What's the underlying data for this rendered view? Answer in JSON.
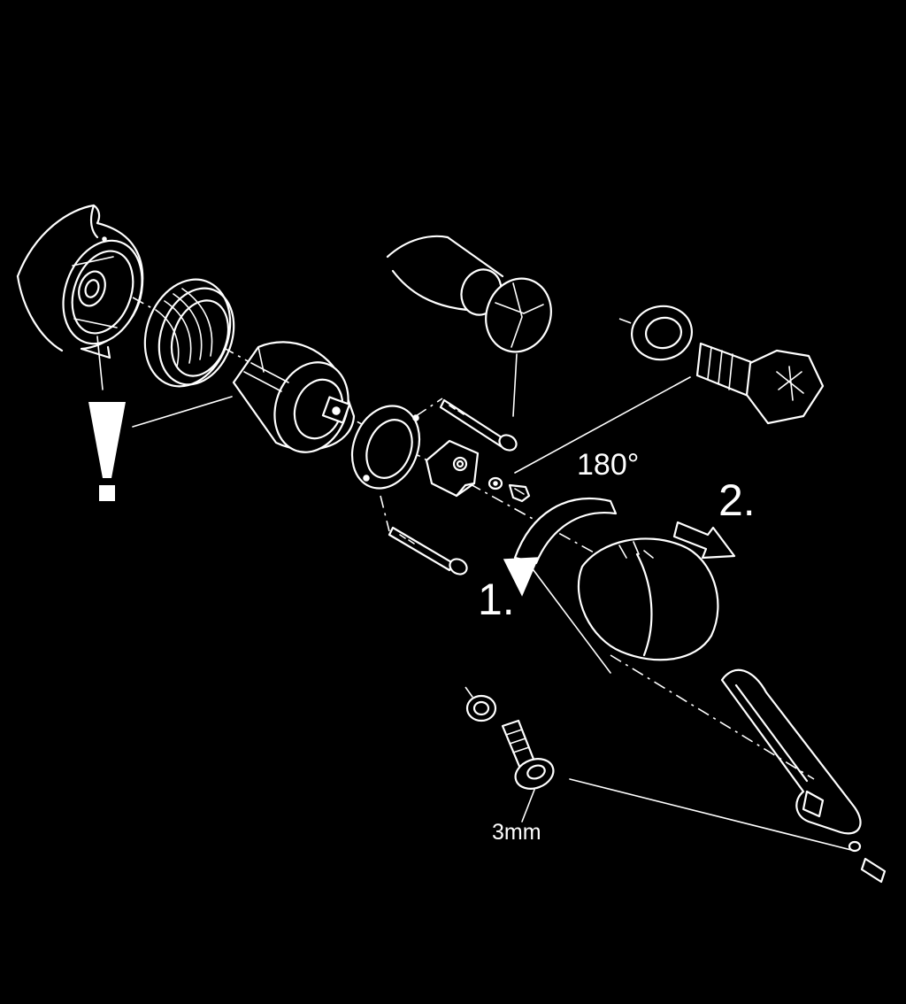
{
  "labels": {
    "rotation": "180°",
    "step_one": "1.",
    "step_two": "2.",
    "hex_key_size": "3mm"
  },
  "colors": {
    "background": "#000000",
    "line": "#ffffff"
  },
  "icons": {
    "warning": "exclamation-mark-icon",
    "rotate_arrow": "rotate-arrow-icon",
    "pull_arrow": "pull-arrow-icon"
  }
}
